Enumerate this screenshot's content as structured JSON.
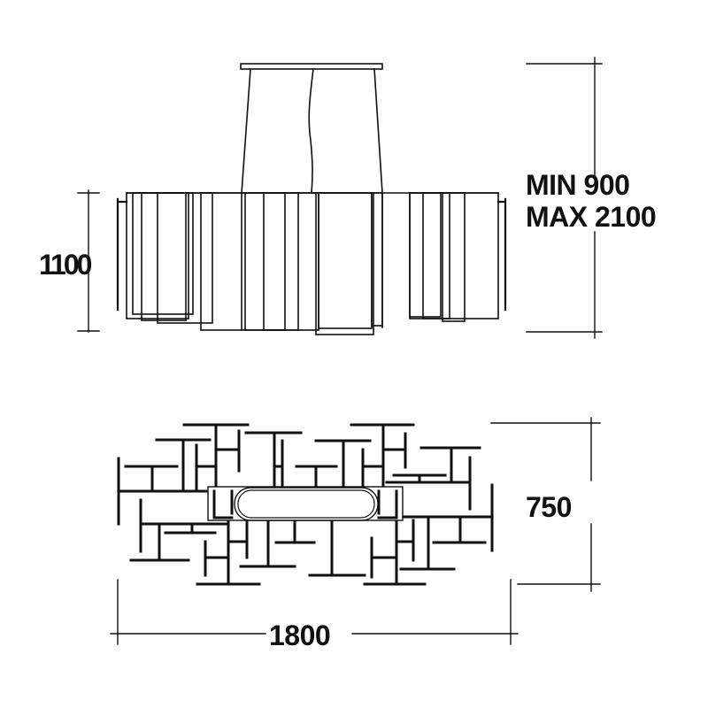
{
  "title": "Chandelier dimension drawing",
  "elevation": {
    "height_label": "1100",
    "suspension_min": "MIN 900",
    "suspension_max": "MAX 2100"
  },
  "plan": {
    "depth_label": "750",
    "width_label": "1800"
  },
  "colors": {
    "line": "#111111",
    "background": "#ffffff"
  }
}
